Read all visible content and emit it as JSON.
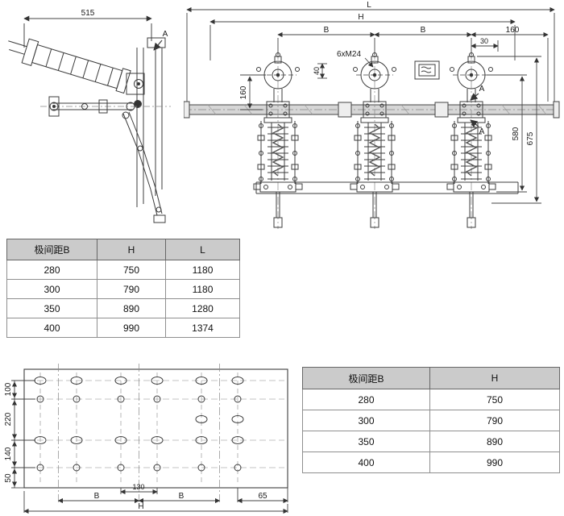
{
  "side_view": {
    "dim_515": "515",
    "section_a": "A"
  },
  "front_view": {
    "dim_l": "L",
    "dim_h": "H",
    "dim_b1": "B",
    "dim_b2": "B",
    "dim_160_top": "160",
    "dim_30": "30",
    "bolt_note": "6xM24",
    "dim_40": "40",
    "dim_160_left": "160",
    "dim_580": "580",
    "dim_675": "675",
    "section_a_top": "A",
    "section_a_bottom": "A"
  },
  "base_plan": {
    "dim_100": "100",
    "dim_220": "220",
    "dim_140": "140",
    "dim_50": "50",
    "dim_b_left": "B",
    "dim_130": "130",
    "dim_b_right": "B",
    "dim_65": "65",
    "dim_h": "H"
  },
  "spacing_table_full": {
    "headers": [
      "极间距B",
      "H",
      "L"
    ],
    "rows": [
      [
        "280",
        "750",
        "1180"
      ],
      [
        "300",
        "790",
        "1180"
      ],
      [
        "350",
        "890",
        "1280"
      ],
      [
        "400",
        "990",
        "1374"
      ]
    ]
  },
  "spacing_table_small": {
    "headers": [
      "极间距B",
      "H"
    ],
    "rows": [
      [
        "280",
        "750"
      ],
      [
        "300",
        "790"
      ],
      [
        "350",
        "890"
      ],
      [
        "400",
        "990"
      ]
    ]
  }
}
